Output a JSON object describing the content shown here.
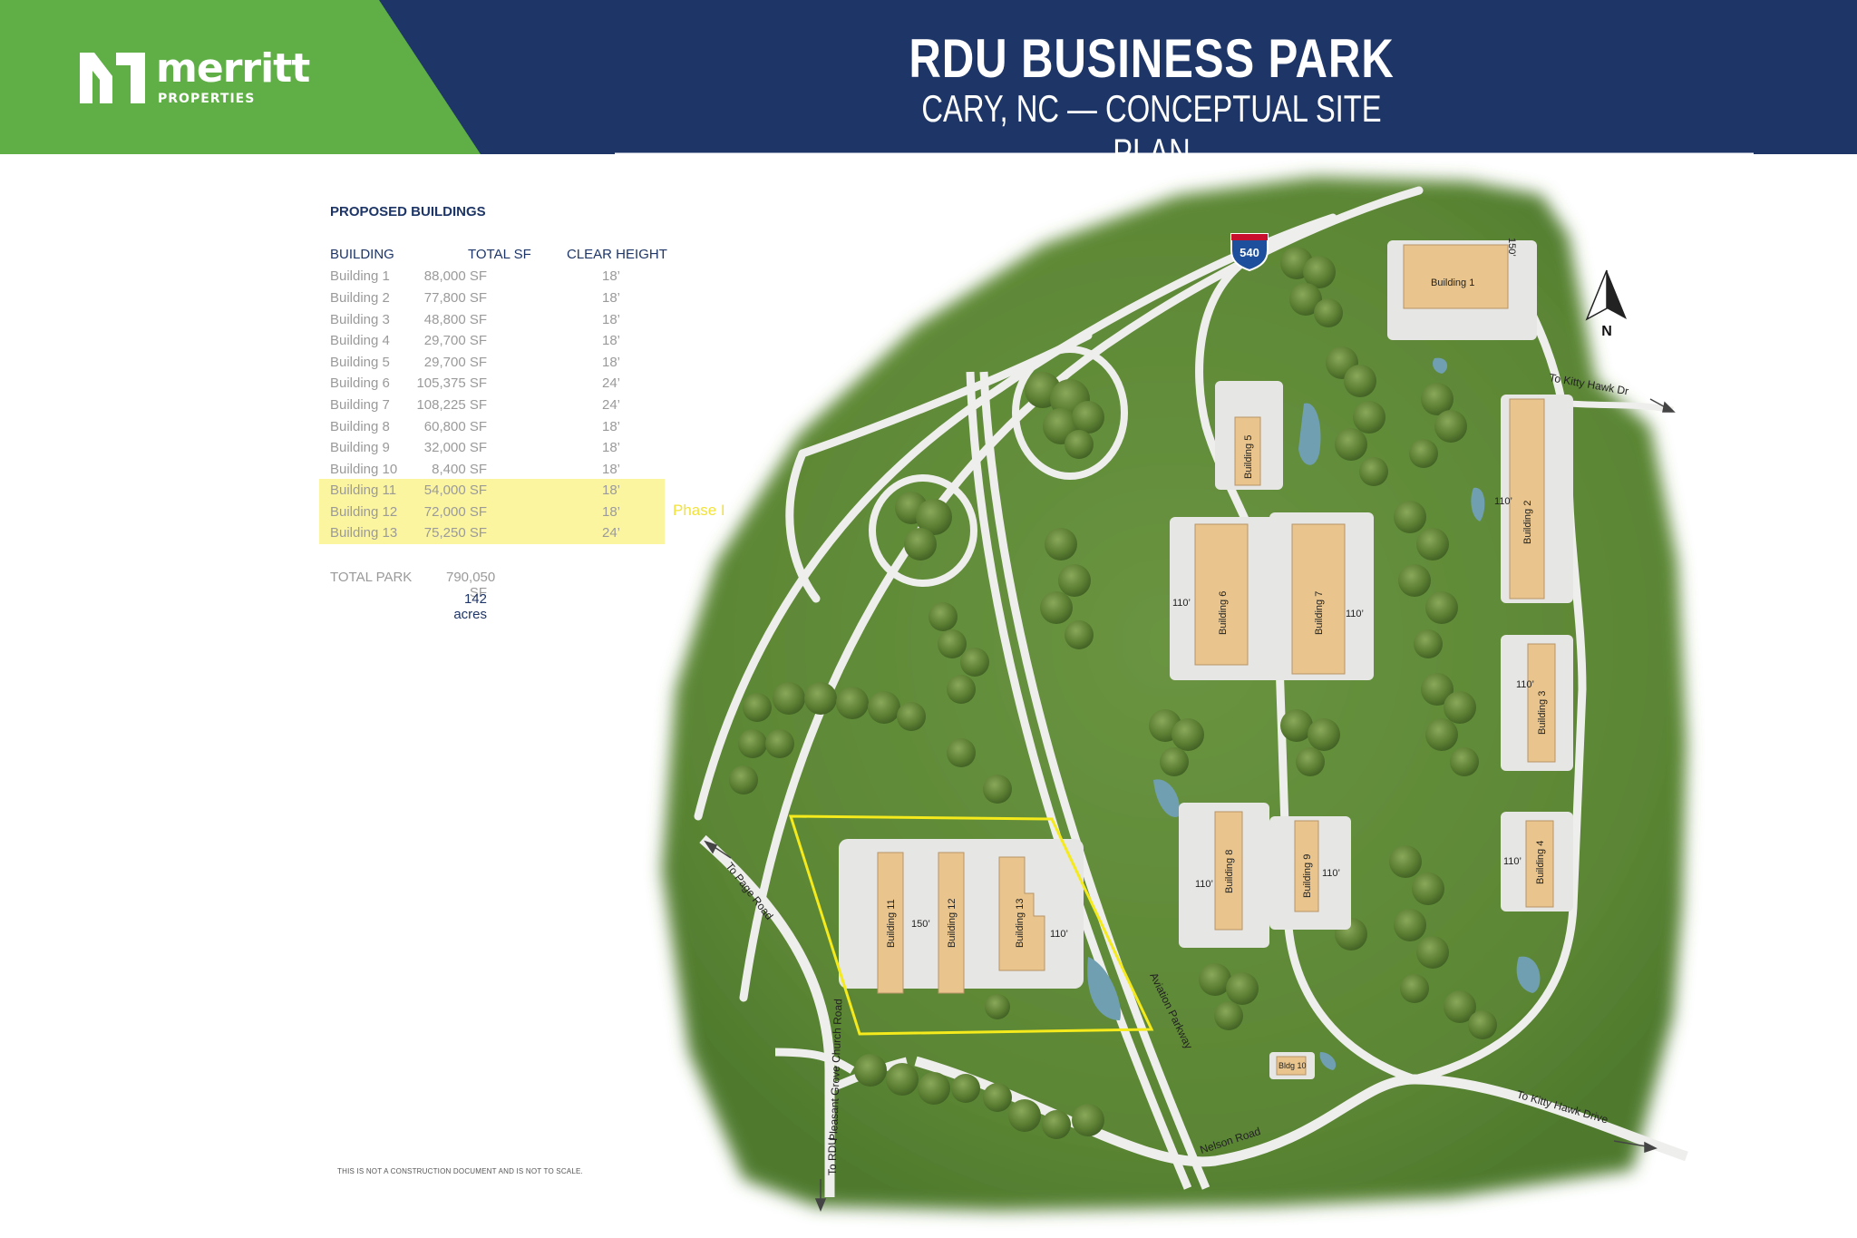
{
  "header": {
    "brand": "merritt",
    "brand_sub": "PROPERTIES",
    "title": "RDU BUSINESS PARK",
    "subtitle": "CARY, NC — CONCEPTUAL SITE PLAN",
    "colors": {
      "navy": "#1d3567",
      "green": "#5fae46"
    }
  },
  "table": {
    "heading": "PROPOSED BUILDINGS",
    "columns": [
      "BUILDING",
      "TOTAL SF",
      "CLEAR HEIGHT"
    ],
    "rows": [
      [
        "Building 1",
        "88,000 SF",
        "18’"
      ],
      [
        "Building 2",
        "77,800 SF",
        "18’"
      ],
      [
        "Building 3",
        "48,800 SF",
        "18’"
      ],
      [
        "Building 4",
        "29,700 SF",
        "18’"
      ],
      [
        "Building 5",
        "29,700 SF",
        "18’"
      ],
      [
        "Building 6",
        "105,375 SF",
        "24’"
      ],
      [
        "Building 7",
        "108,225 SF",
        "24’"
      ],
      [
        "Building 8",
        "60,800 SF",
        "18’"
      ],
      [
        "Building 9",
        "32,000 SF",
        "18’"
      ],
      [
        "Building 10",
        "8,400 SF",
        "18’"
      ],
      [
        "Building 11",
        "54,000 SF",
        "18’"
      ],
      [
        "Building 12",
        "72,000 SF",
        "18’"
      ],
      [
        "Building 13",
        "75,250 SF",
        "24’"
      ]
    ],
    "phase_label": "Phase I",
    "total_label": "TOTAL PARK",
    "total_sf": "790,050 SF",
    "total_acres": "142 acres",
    "highlight_color": "#fcf59f"
  },
  "map": {
    "shield": "540",
    "north": "N",
    "roads": {
      "kitty_hawk_dr": "To Kitty Hawk Dr",
      "kitty_hawk_drive": "To Kitty Hawk Drive",
      "nelson_road": "Nelson Road",
      "aviation_parkway": "Aviation Parkway",
      "pleasant_grove": "Pleasant Grove Church Road",
      "page_road": "To Page Road",
      "to_rdu": "To RDU"
    },
    "buildings": {
      "b1": "Building 1",
      "b2": "Building 2",
      "b3": "Building 3",
      "b4": "Building 4",
      "b5": "Building 5",
      "b6": "Building 6",
      "b7": "Building 7",
      "b8": "Building 8",
      "b9": "Building 9",
      "b10": "Bldg 10",
      "b11": "Building 11",
      "b12": "Building 12",
      "b13": "Building 13"
    },
    "dims": {
      "d150": "150’",
      "d110": "110’"
    },
    "colors": {
      "grass": "#5f8a36",
      "building": "#e9c58d",
      "road": "#f0f0ee",
      "phase_outline": "#f4ea1c"
    }
  },
  "disclaimer": "THIS IS NOT A CONSTRUCTION DOCUMENT AND IS NOT TO SCALE."
}
